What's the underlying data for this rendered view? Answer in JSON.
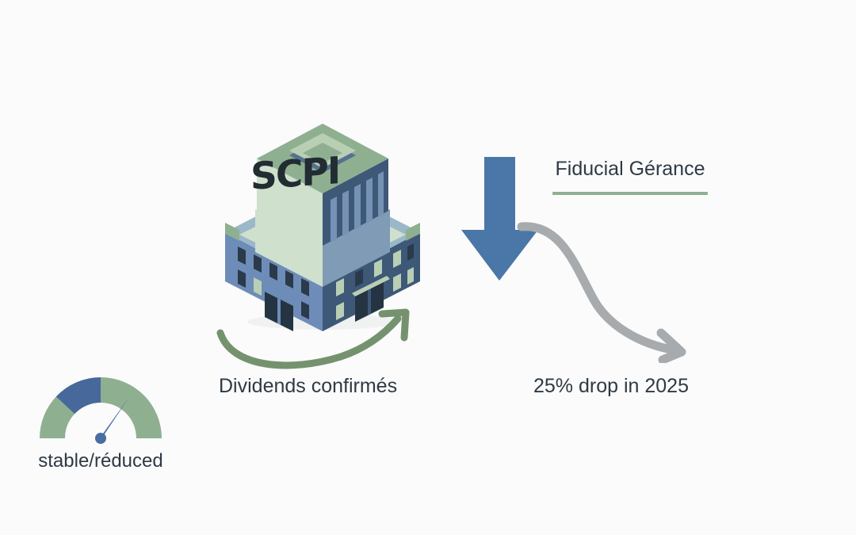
{
  "background_color": "#fbfbfb",
  "building": {
    "icon": "isometric-office-building-icon",
    "wordmark": "SCPI",
    "colors": {
      "left_face": "#6e8cb8",
      "right_face": "#3e5878",
      "light_green_face": "#cfe0cd",
      "tower_top": "#8faf91",
      "window_dark": "#2b3a4a",
      "window_light": "#b9cfb4",
      "wordmark_color": "#222c33"
    }
  },
  "arrows": {
    "green_curved": {
      "icon": "curved-up-arrow-icon",
      "color": "#75926f",
      "direction": "upward-right"
    },
    "blue_down": {
      "icon": "down-arrow-icon",
      "color": "#4a76a8",
      "direction": "down"
    },
    "gray_scurve": {
      "icon": "descending-curve-arrow-icon",
      "color": "#a7abad",
      "direction": "down-right"
    }
  },
  "heading": {
    "title": "Fiducial Gérance",
    "underline_color": "#8faf91"
  },
  "captions": {
    "left": "Dividends confirmés",
    "right": "25% drop in 2025"
  },
  "gauge": {
    "label": "stable/réduced",
    "needle_value_angle_deg": 55,
    "segments": [
      {
        "name": "left-green",
        "color": "#8faf91",
        "start_deg": 180,
        "end_deg": 137
      },
      {
        "name": "blue",
        "color": "#47689b",
        "start_deg": 137,
        "end_deg": 90
      },
      {
        "name": "right-green",
        "color": "#8faf91",
        "start_deg": 90,
        "end_deg": 0
      }
    ],
    "needle_color": "#4a6da3"
  },
  "text_color": "#2e3a45"
}
